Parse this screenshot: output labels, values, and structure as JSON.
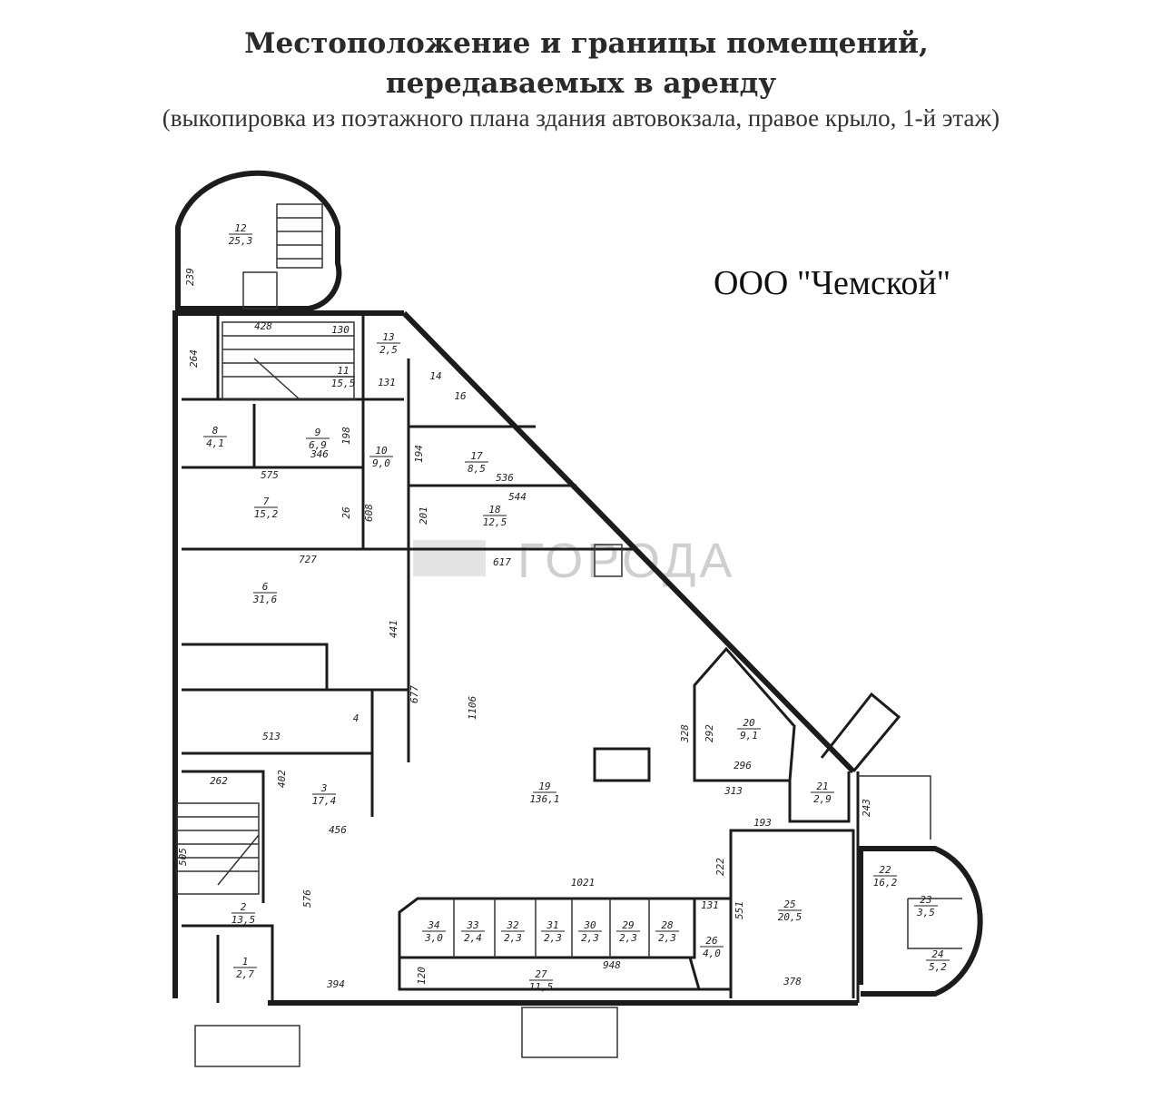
{
  "header": {
    "title_line1": "Местоположение и границы помещений,",
    "title_line2": "передаваемых в аренду",
    "subtitle": "(выкопировка из поэтажного плана здания автовокзала, правое крыло, 1-й этаж)"
  },
  "tenant": {
    "label": "ООО \"Чемской\""
  },
  "watermark": {
    "text": "ГОРОДА"
  },
  "rooms": [
    {
      "num": "12",
      "area": "25,3"
    },
    {
      "num": "13",
      "area": "2,5"
    },
    {
      "num": "11",
      "area": "15,5"
    },
    {
      "num": "14",
      "area": ""
    },
    {
      "num": "16",
      "area": ""
    },
    {
      "num": "8",
      "area": "4,1"
    },
    {
      "num": "9",
      "area": "6,9"
    },
    {
      "num": "10",
      "area": "9,0"
    },
    {
      "num": "17",
      "area": "8,5"
    },
    {
      "num": "18",
      "area": "12,5"
    },
    {
      "num": "7",
      "area": "15,2"
    },
    {
      "num": "6",
      "area": "31,6"
    },
    {
      "num": "4",
      "area": ""
    },
    {
      "num": "3",
      "area": "17,4"
    },
    {
      "num": "19",
      "area": "136,1"
    },
    {
      "num": "20",
      "area": "9,1"
    },
    {
      "num": "21",
      "area": "2,9"
    },
    {
      "num": "2",
      "area": "13,5"
    },
    {
      "num": "1",
      "area": "2,7"
    },
    {
      "num": "34",
      "area": "3,0"
    },
    {
      "num": "33",
      "area": "2,4"
    },
    {
      "num": "32",
      "area": "2,3"
    },
    {
      "num": "31",
      "area": "2,3"
    },
    {
      "num": "30",
      "area": "2,3"
    },
    {
      "num": "29",
      "area": "2,3"
    },
    {
      "num": "28",
      "area": "2,3"
    },
    {
      "num": "26",
      "area": "4,0"
    },
    {
      "num": "27",
      "area": "11,5"
    },
    {
      "num": "25",
      "area": "20,5"
    },
    {
      "num": "22",
      "area": "16,2"
    },
    {
      "num": "23",
      "area": "3,5"
    },
    {
      "num": "24",
      "area": "5,2"
    }
  ],
  "dimensions": [
    "239",
    "428",
    "130",
    "264",
    "131",
    "198",
    "346",
    "194",
    "536",
    "544",
    "575",
    "26",
    "608",
    "201",
    "727",
    "617",
    "441",
    "677",
    "1106",
    "328",
    "292",
    "296",
    "313",
    "262",
    "402",
    "513",
    "456",
    "505",
    "576",
    "394",
    "120",
    "1021",
    "948",
    "131",
    "551",
    "193",
    "222",
    "378",
    "243"
  ]
}
